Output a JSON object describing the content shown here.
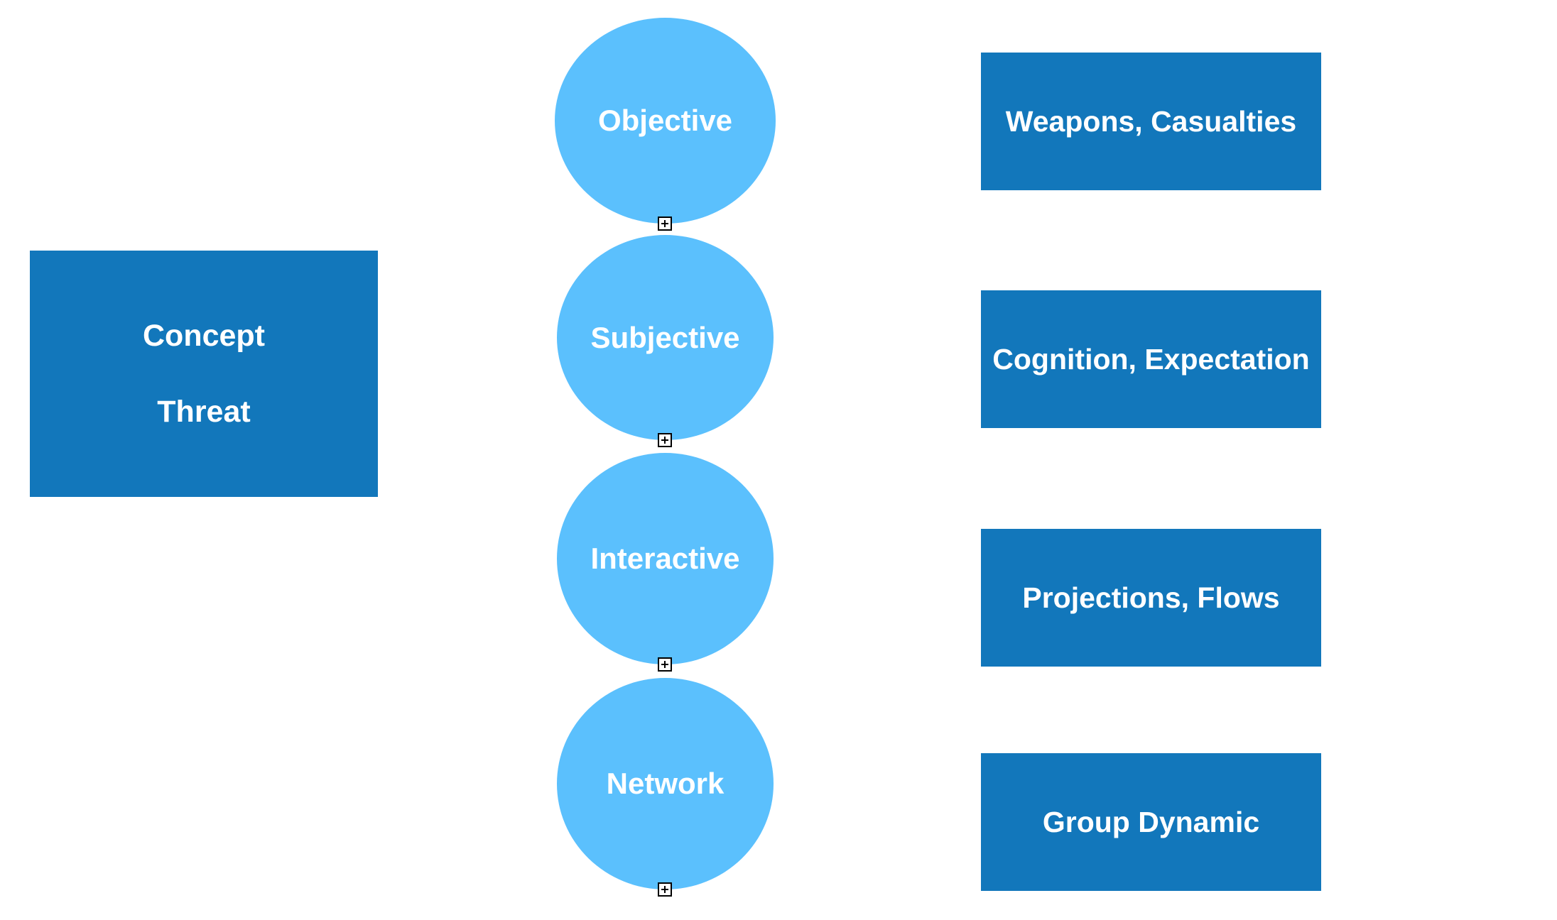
{
  "concept": {
    "line1": "Concept",
    "line2": "Threat"
  },
  "nodes": [
    {
      "label": "Objective"
    },
    {
      "label": "Subjective"
    },
    {
      "label": "Interactive"
    },
    {
      "label": "Network"
    }
  ],
  "details": [
    {
      "label": "Weapons, Casualties"
    },
    {
      "label": "Cognition, Expectation"
    },
    {
      "label": "Projections, Flows"
    },
    {
      "label": "Group Dynamic"
    }
  ],
  "colors": {
    "box": "#1277bb",
    "circle": "#5bc0fd",
    "text": "#ffffff"
  },
  "icons": {
    "toggle": "expand-plus-icon"
  }
}
